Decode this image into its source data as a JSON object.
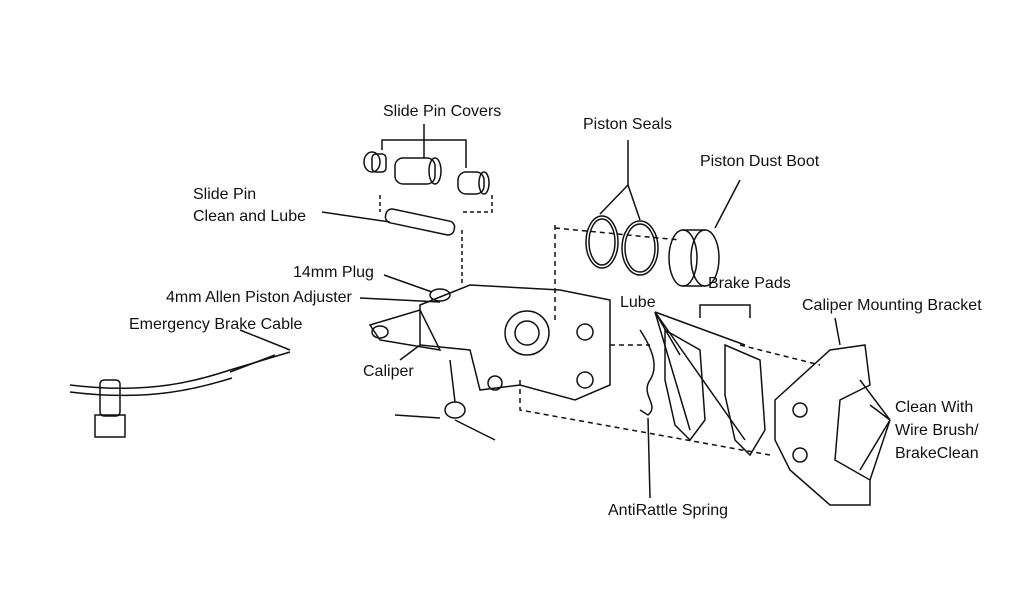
{
  "labels": {
    "slide_pin_covers": "Slide Pin Covers",
    "piston_seals": "Piston Seals",
    "piston_dust_boot": "Piston Dust Boot",
    "slide_pin_line1": "Slide Pin",
    "slide_pin_line2": "Clean and Lube",
    "plug_14mm": "14mm Plug",
    "allen_adjuster": "4mm Allen Piston Adjuster",
    "brake_pads": "Brake Pads",
    "lube": "Lube",
    "caliper_mounting_bracket": "Caliper Mounting Bracket",
    "emergency_brake_cable": "Emergency Brake Cable",
    "caliper": "Caliper",
    "clean_line1": "Clean With",
    "clean_line2": "Wire Brush/",
    "clean_line3": "BrakeClean",
    "antirattle_spring": "AntiRattle Spring"
  }
}
